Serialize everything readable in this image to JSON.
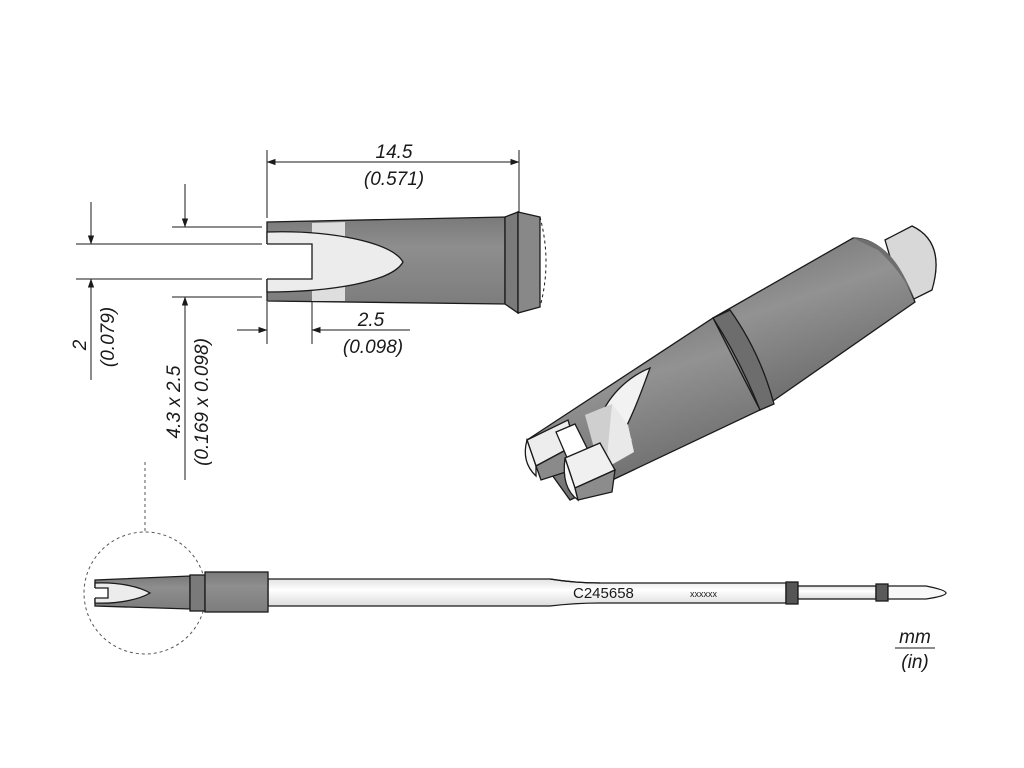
{
  "dimensions": {
    "length_mm": "14.5",
    "length_in": "(0.571)",
    "slot_depth_mm": "2.5",
    "slot_depth_in": "(0.098)",
    "slot_width_mm": "2",
    "slot_width_in": "(0.079)",
    "tip_size_mm": "4.3 x 2.5",
    "tip_size_in": "(0.169 x 0.098)"
  },
  "part_number": "C245658",
  "lot_code": "xxxxxx",
  "units": {
    "primary": "mm",
    "secondary": "(in)"
  },
  "colors": {
    "body_gray": "#8c8c8c",
    "light_gray": "#d4d4d4",
    "shaft_white": "#f4f4f4",
    "dark_band": "#555555",
    "outline": "#1a1a1a"
  }
}
